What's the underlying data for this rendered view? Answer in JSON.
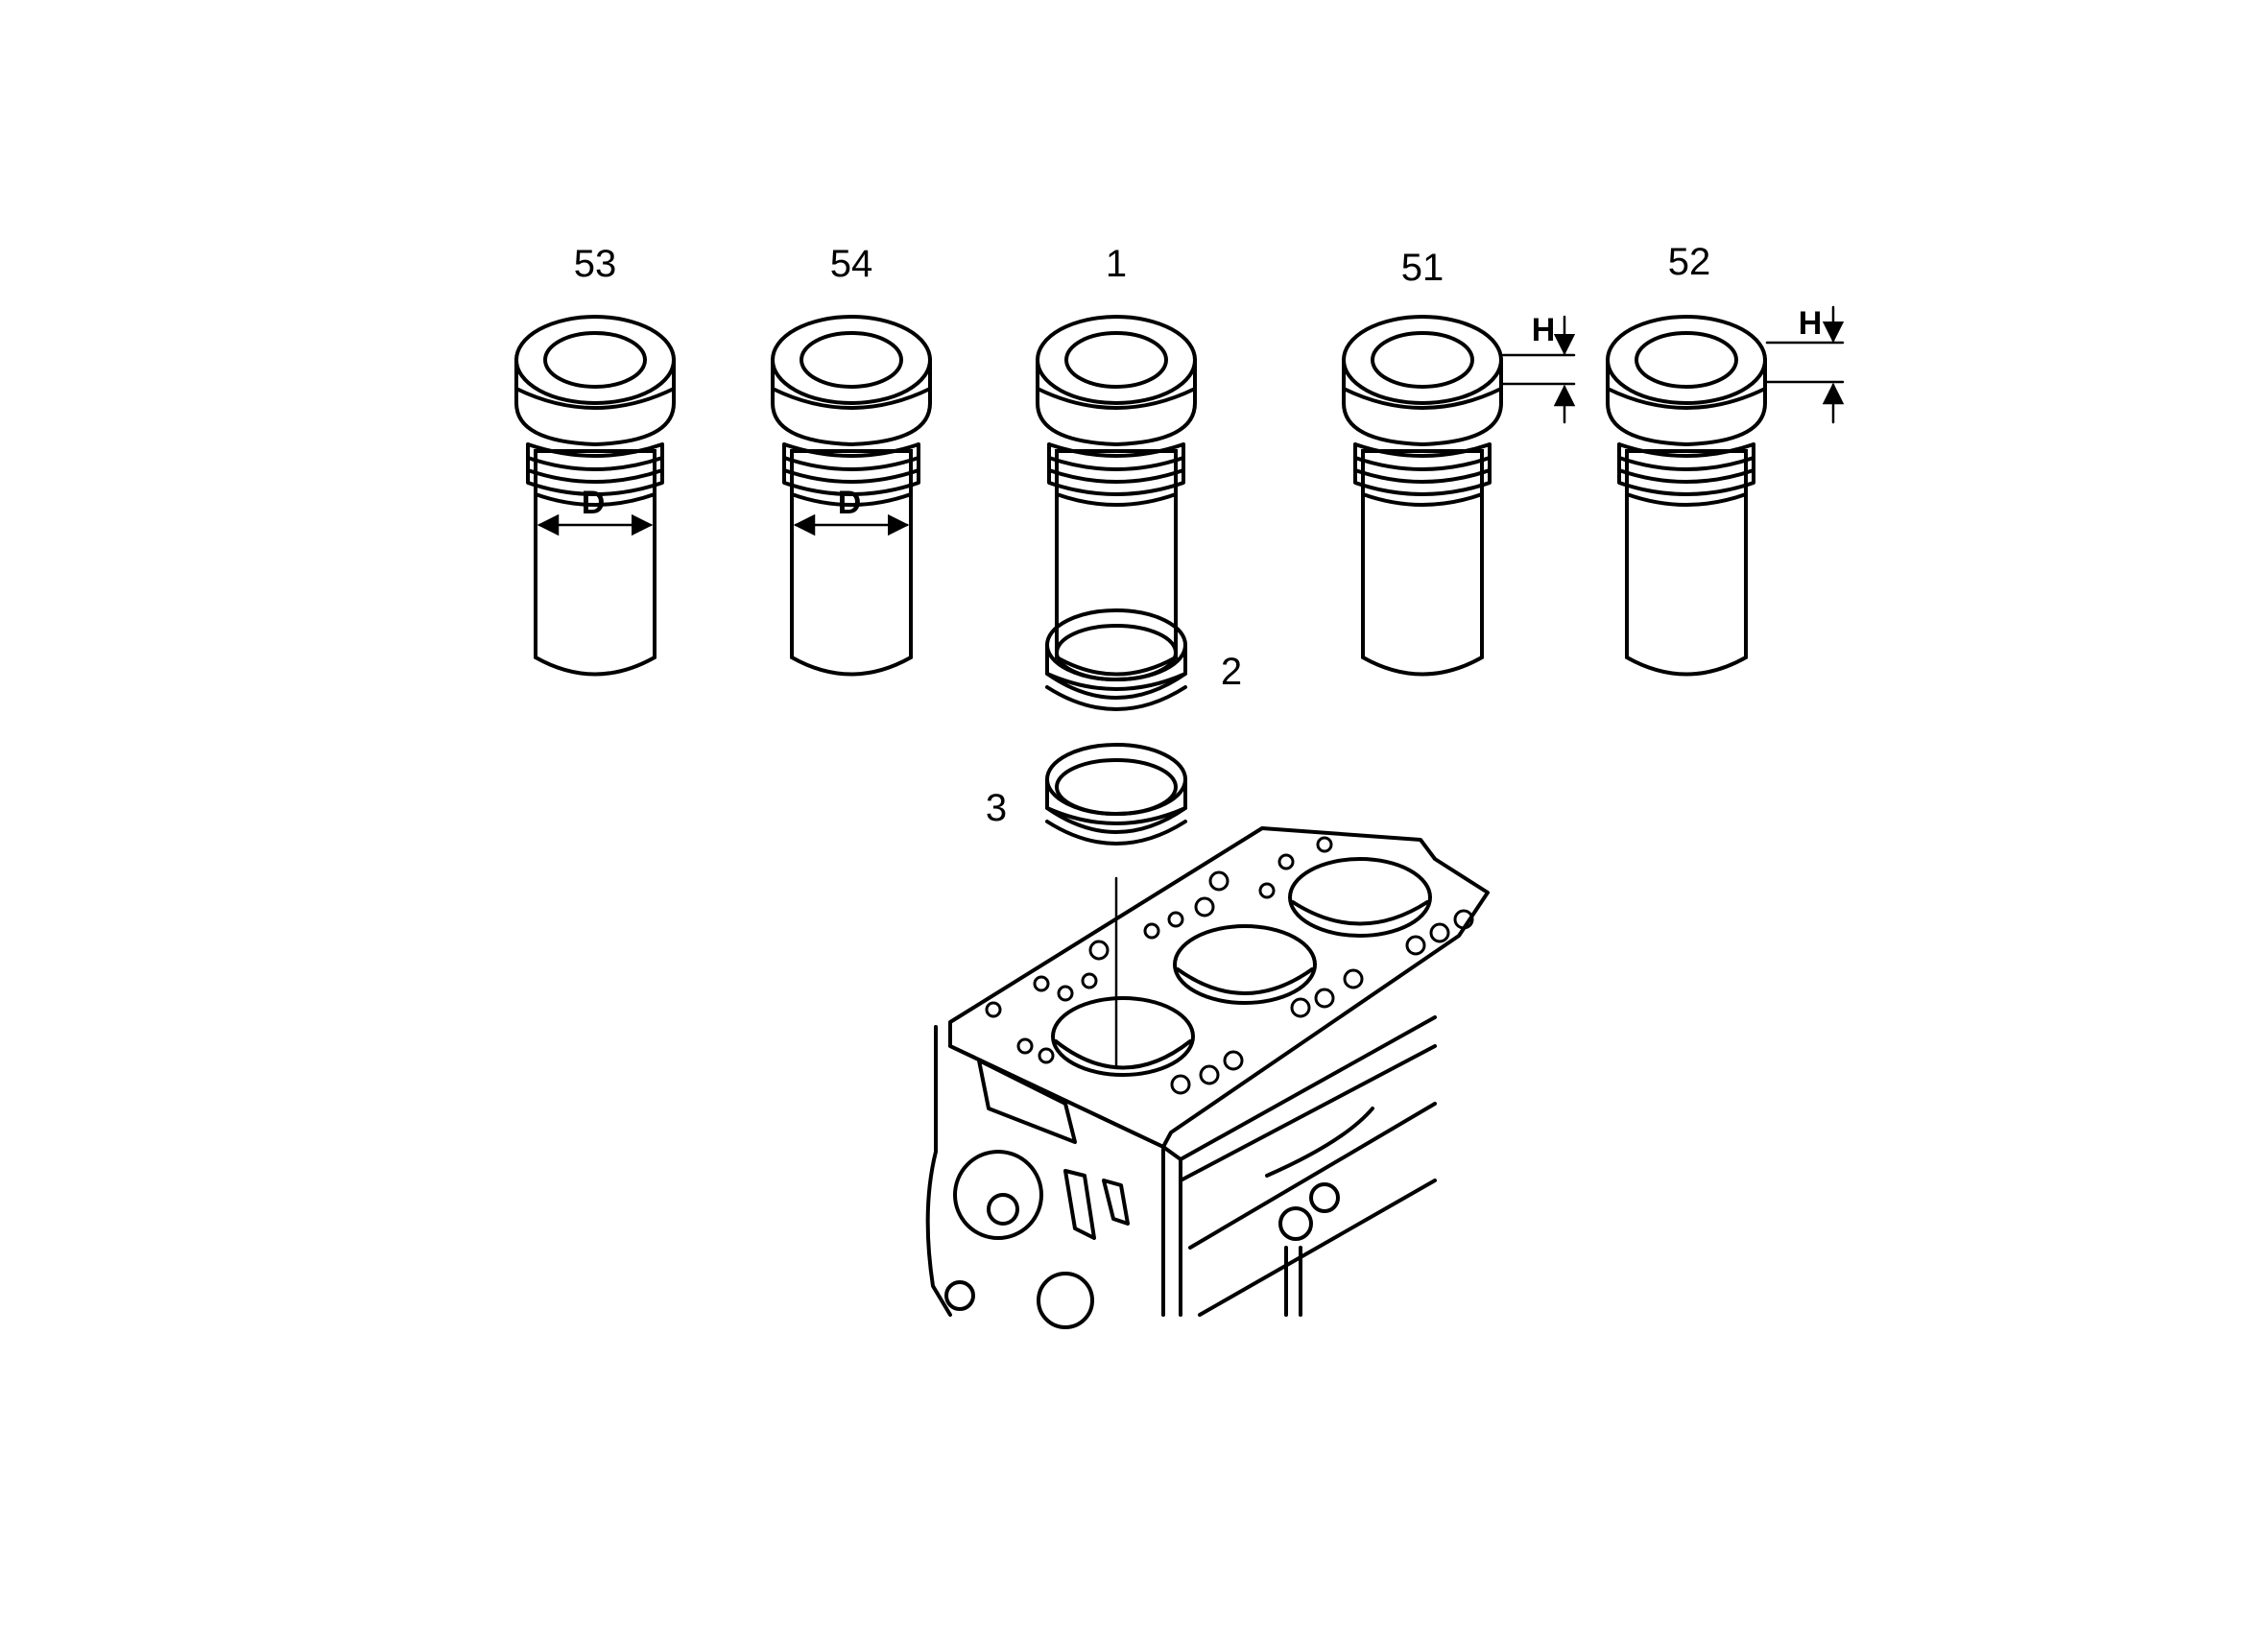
{
  "diagram": {
    "callouts": {
      "liner_53": "53",
      "liner_54": "54",
      "liner_1": "1",
      "liner_51": "51",
      "liner_52": "52",
      "ring_2": "2",
      "ring_3": "3"
    },
    "dimensions": {
      "diameter": "D",
      "height": "H"
    }
  }
}
